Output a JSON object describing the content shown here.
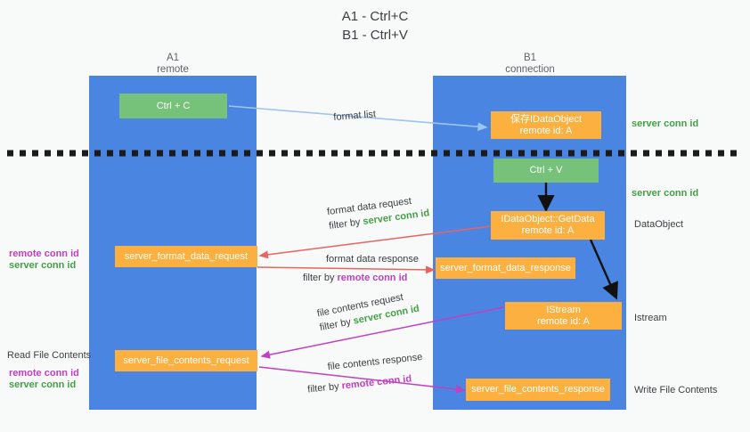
{
  "title": {
    "line1": "A1 - Ctrl+C",
    "line2": "B1 - Ctrl+V"
  },
  "columns": [
    {
      "name": "A1",
      "sub": "remote"
    },
    {
      "name": "B1",
      "sub": "connection"
    }
  ],
  "colors": {
    "panel": "#4a86e1",
    "box_orange": "#fbb040",
    "box_green": "#77c27a",
    "server_conn": "#43a047",
    "remote_conn": "#c13fc1",
    "arrow_blue": "#9ec5ef",
    "arrow_red": "#e8645f",
    "arrow_purple": "#c13fc1",
    "arrow_black": "#000000",
    "background": "#f8f9f9"
  },
  "boxes": {
    "ctrl_c": {
      "line1": "Ctrl + C"
    },
    "save_idataobject": {
      "line1": "保存IDataObject",
      "line2": "remote id: A"
    },
    "ctrl_v": {
      "line1": "Ctrl + V"
    },
    "getdata": {
      "line1": "IDataObject::GetData",
      "line2": "remote id: A"
    },
    "format_data_request": {
      "line1": "server_format_data_request"
    },
    "format_data_response": {
      "line1": "server_format_data_response"
    },
    "istream": {
      "line1": "IStream",
      "line2": "remote id: A"
    },
    "file_contents_request": {
      "line1": "server_file_contents_request"
    },
    "file_contents_response": {
      "line1": "server_file_contents_response"
    }
  },
  "edge_labels": {
    "format_list": "format list",
    "format_data_request": "format data request",
    "format_data_request_filter_prefix": "filter by ",
    "format_data_request_filter_value": "server conn id",
    "format_data_response": "format data response",
    "format_data_response_filter_prefix": "filter by ",
    "format_data_response_filter_value": "remote conn id",
    "file_contents_request": "file contents request",
    "file_contents_request_filter_prefix": "filter by ",
    "file_contents_request_filter_value": "server conn id",
    "file_contents_response": "file contents response",
    "file_contents_response_filter_prefix": "filter by ",
    "file_contents_response_filter_value": "remote conn id"
  },
  "right_labels": {
    "server_conn_id_top": "server conn id",
    "server_conn_id_mid": "server conn id",
    "dataobject": "DataObject",
    "istream": "Istream",
    "write_file_contents": "Write File Contents"
  },
  "left_labels": {
    "mid_remote": "remote conn id",
    "mid_server": "server conn id",
    "read_file_contents": "Read File Contents",
    "low_remote": "remote conn id",
    "low_server": "server conn id"
  }
}
